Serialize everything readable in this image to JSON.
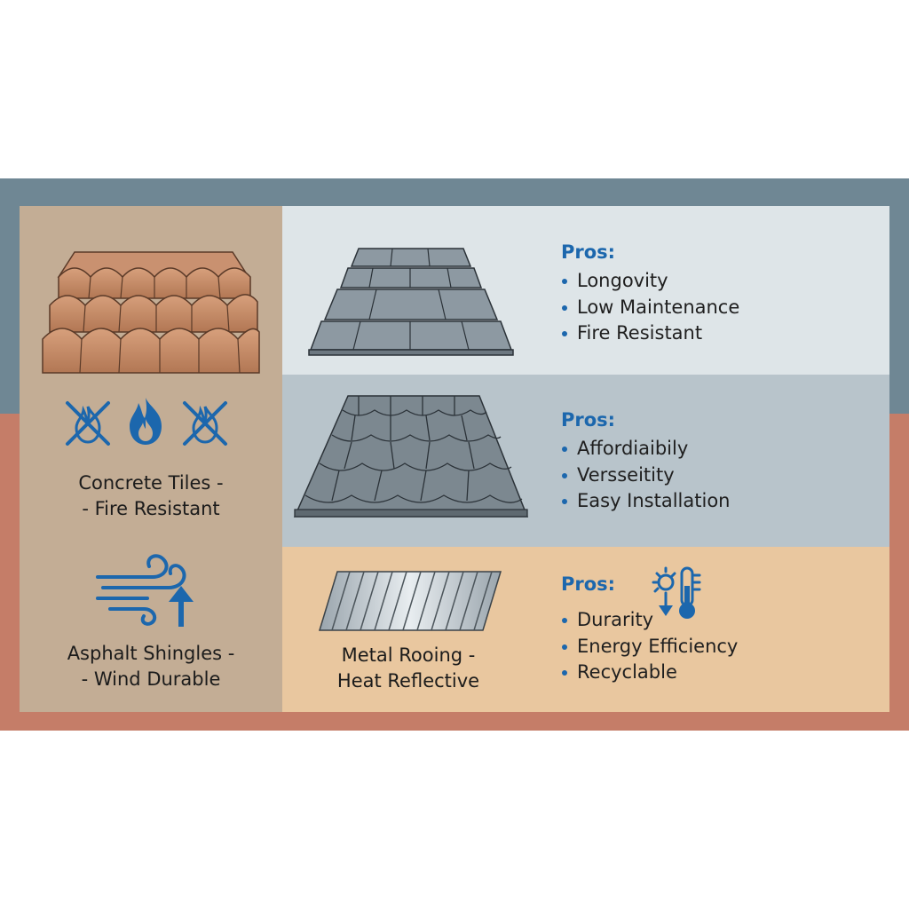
{
  "colors": {
    "accent": "#1c67ad",
    "band_top": "#6f8794",
    "band_bottom": "#c57d68",
    "left_panel": "#c3ad95",
    "row1": "#dee5e8",
    "row2": "#b8c4cb",
    "row3": "#e9c79f"
  },
  "left": {
    "concrete_caption": [
      "Concrete Tiles -",
      "- Fire Resistant"
    ],
    "asphalt_caption": [
      "Asphalt Shingles -",
      "- Wind Durable"
    ],
    "icons": [
      "fire-crossed-icon",
      "flame-icon",
      "fire-crossed-icon",
      "wind-arrow-icon"
    ]
  },
  "rows": [
    {
      "pros_title": "Pros:",
      "items": [
        "Longovity",
        "Low Maintenance",
        "Fire Resistant"
      ]
    },
    {
      "pros_title": "Pros:",
      "items": [
        "Affordiaibily",
        "Versseitity",
        "Easy Installation"
      ]
    },
    {
      "pros_title": "Pros:",
      "items": [
        "Durarity",
        "Energy Efficiency",
        "Recyclable"
      ],
      "caption": [
        "Metal Rooing -",
        "Heat Reflective"
      ],
      "icon": "temperature-icon"
    }
  ]
}
